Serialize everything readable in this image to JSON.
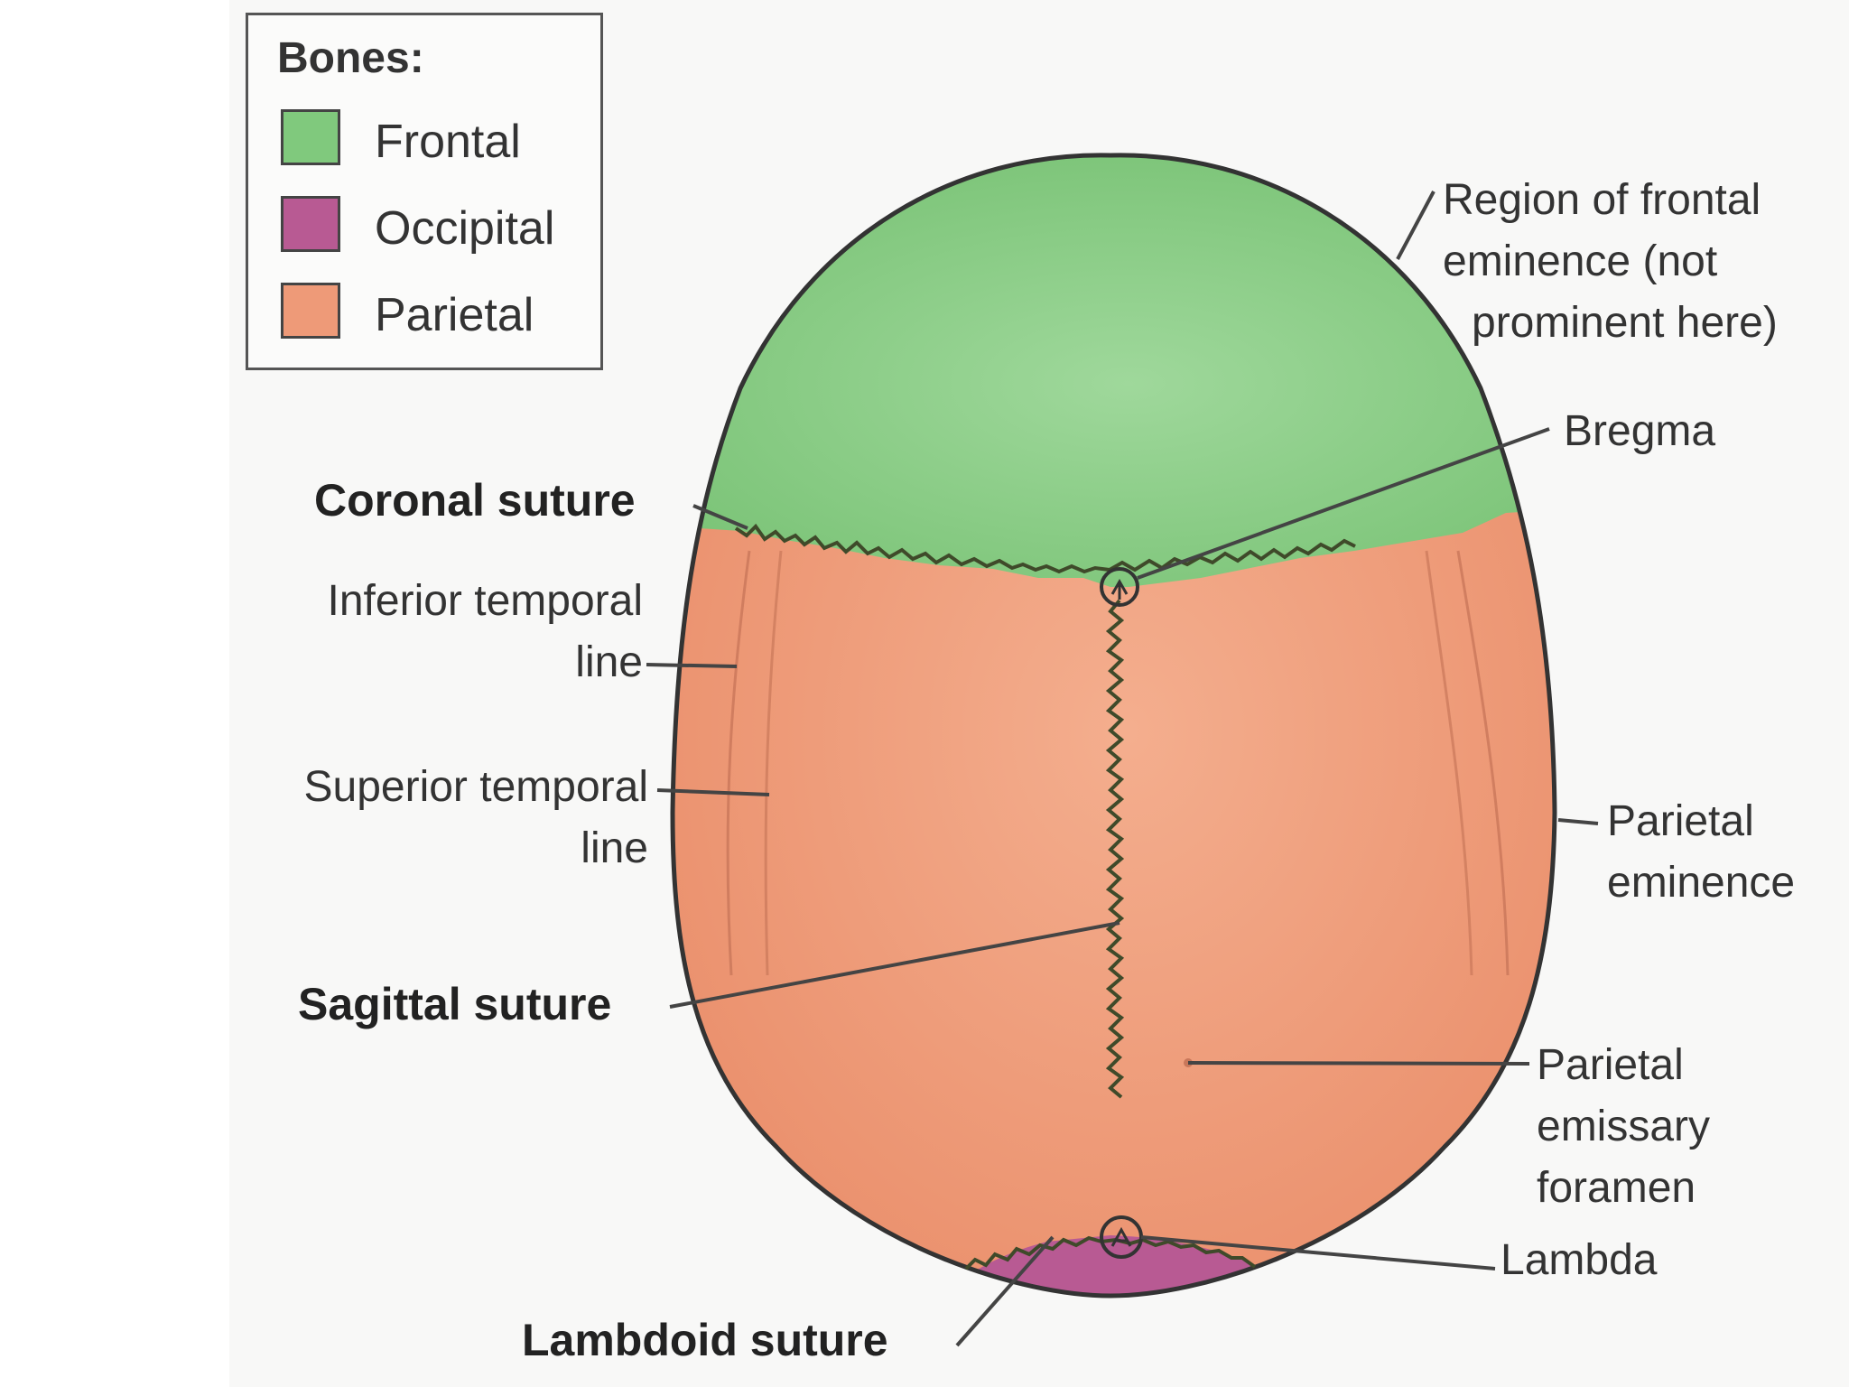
{
  "legend": {
    "title": "Bones:",
    "items": [
      {
        "label": "Frontal",
        "color": "#80c97d"
      },
      {
        "label": "Occipital",
        "color": "#b85a93"
      },
      {
        "label": "Parietal",
        "color": "#ee9a78"
      }
    ]
  },
  "labels": {
    "frontal_eminence": [
      "Region of frontal",
      "eminence (not",
      "prominent here)"
    ],
    "bregma": "Bregma",
    "coronal_suture": "Coronal suture",
    "inferior_temporal_line": [
      "Inferior temporal",
      "line"
    ],
    "superior_temporal_line": [
      "Superior temporal",
      "line"
    ],
    "parietal_eminence": [
      "Parietal",
      "eminence"
    ],
    "sagittal_suture": "Sagittal suture",
    "parietal_emissary_foramen": [
      "Parietal",
      "emissary",
      "foramen"
    ],
    "lambda": "Lambda",
    "lambdoid_suture": "Lambdoid suture"
  },
  "colors": {
    "frontal": "#80c97d",
    "parietal": "#ee9a78",
    "occipital": "#b85a93",
    "outline": "#333333",
    "suture": "#3f4a2a"
  }
}
